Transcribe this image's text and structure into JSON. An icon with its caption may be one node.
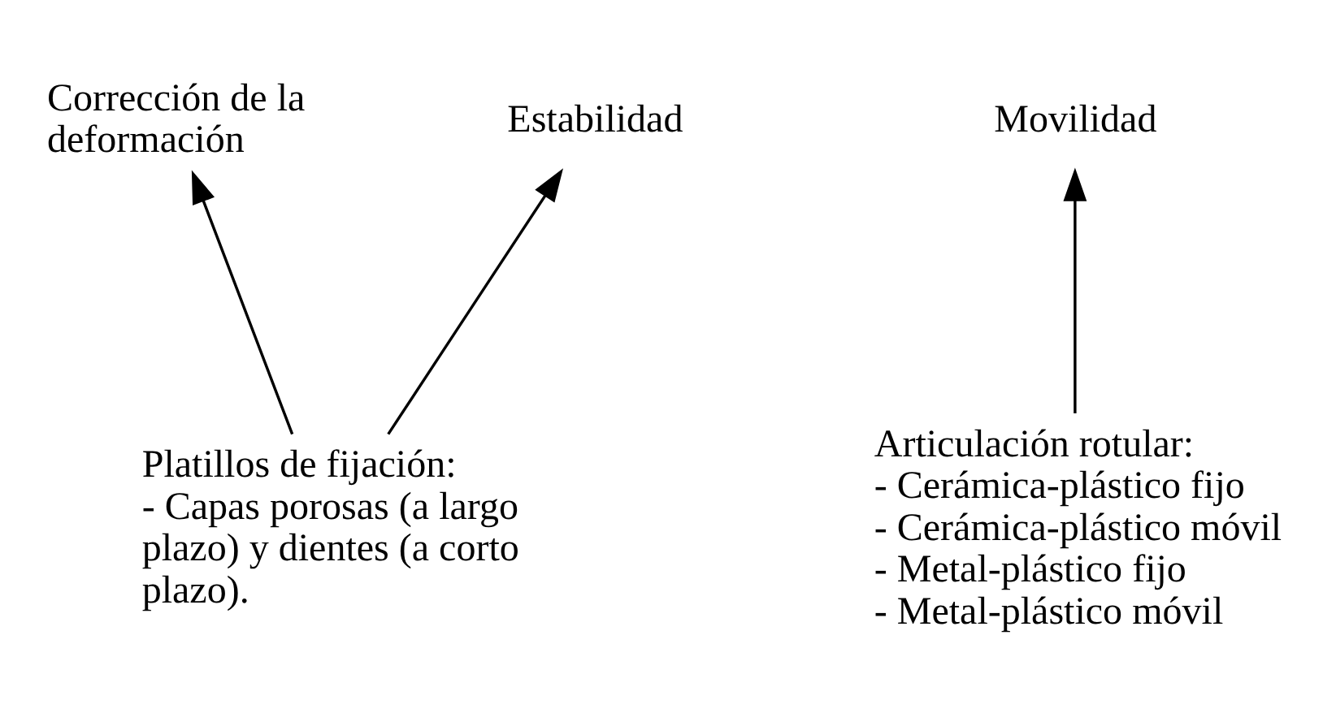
{
  "diagram": {
    "nodes": [
      {
        "text": [
          "Corrección de la deformación"
        ]
      },
      {
        "text": [
          "Estabilidad"
        ]
      },
      {
        "text": [
          "Movilidad"
        ]
      },
      {
        "text": [
          "Platillos de fijación:",
          "- Capas porosas (a largo plazo) y dientes (a corto plazo)."
        ]
      },
      {
        "text": [
          "Articulación rotular:",
          "- Cerámica-plástico fijo",
          "- Cerámica-plástico móvil",
          "- Metal-plástico fijo",
          "- Metal-plástico móvil"
        ]
      }
    ],
    "edges": [
      {
        "from": 3,
        "to": 0,
        "arrow": "to"
      },
      {
        "from": 3,
        "to": 1,
        "arrow": "to"
      },
      {
        "from": 4,
        "to": 2,
        "arrow": "to"
      }
    ]
  }
}
